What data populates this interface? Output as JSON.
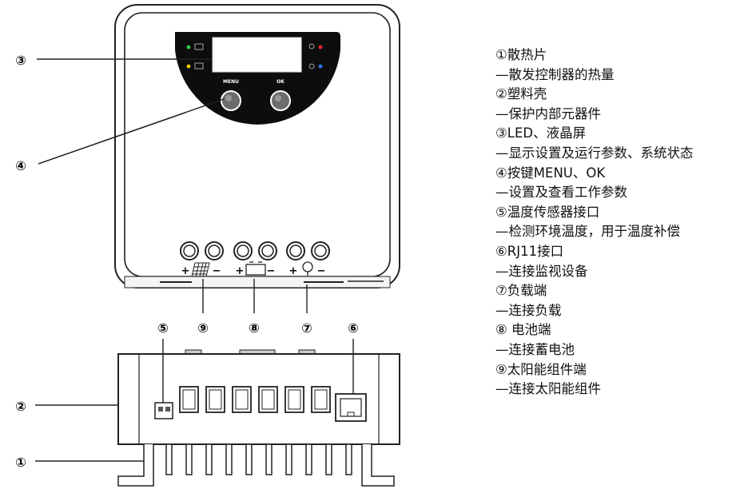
{
  "callouts": [
    "③",
    "④",
    "②",
    "①",
    "⑤",
    "⑨",
    "⑧",
    "⑦",
    "⑥"
  ],
  "buttons": {
    "menu": "MENU",
    "ok": "OK"
  },
  "terminal_signs": {
    "plus": "+",
    "minus": "−"
  },
  "legend": [
    "①散热片",
    "—散发控制器的热量",
    "②塑料壳",
    "—保护内部元器件",
    "③LED、液晶屏",
    "—显示设置及运行参数、系统状态",
    "④按键MENU、OK",
    "—设置及查看工作参数",
    "⑤温度传感器接口",
    "—检测环境温度，用于温度补偿",
    "⑥RJ11接口",
    "—连接监视设备",
    "⑦负载端",
    "—连接负载",
    "⑧ 电池端",
    "—连接蓄电池",
    "⑨太阳能组件端",
    "—连接太阳能组件"
  ]
}
